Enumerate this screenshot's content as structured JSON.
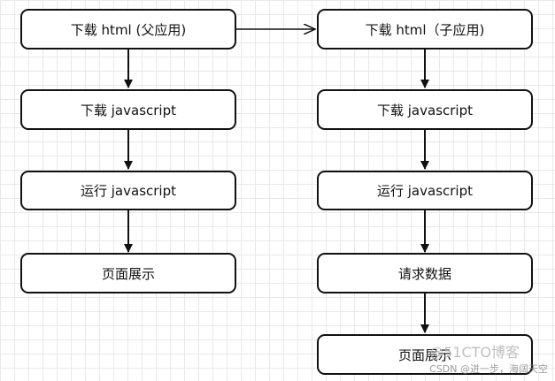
{
  "diagram": {
    "left_column": {
      "nodes": [
        {
          "id": "l1",
          "label": "下载 html (父应用)"
        },
        {
          "id": "l2",
          "label": "下载 javascript"
        },
        {
          "id": "l3",
          "label": "运行 javascript"
        },
        {
          "id": "l4",
          "label": "页面展示"
        }
      ]
    },
    "right_column": {
      "nodes": [
        {
          "id": "r1",
          "label": "下载 html（子应用)"
        },
        {
          "id": "r2",
          "label": "下载 javascript"
        },
        {
          "id": "r3",
          "label": "运行 javascript"
        },
        {
          "id": "r4",
          "label": "请求数据"
        },
        {
          "id": "r5",
          "label": "页面展示"
        }
      ]
    },
    "edges": [
      {
        "from": "l1",
        "to": "l2"
      },
      {
        "from": "l2",
        "to": "l3"
      },
      {
        "from": "l3",
        "to": "l4"
      },
      {
        "from": "l1",
        "to": "r1"
      },
      {
        "from": "r1",
        "to": "r2"
      },
      {
        "from": "r2",
        "to": "r3"
      },
      {
        "from": "r3",
        "to": "r4"
      },
      {
        "from": "r4",
        "to": "r5"
      }
    ]
  },
  "watermark": {
    "logo_text": "@51CTO博客",
    "caption": "CSDN @进一步，海阔天空"
  }
}
